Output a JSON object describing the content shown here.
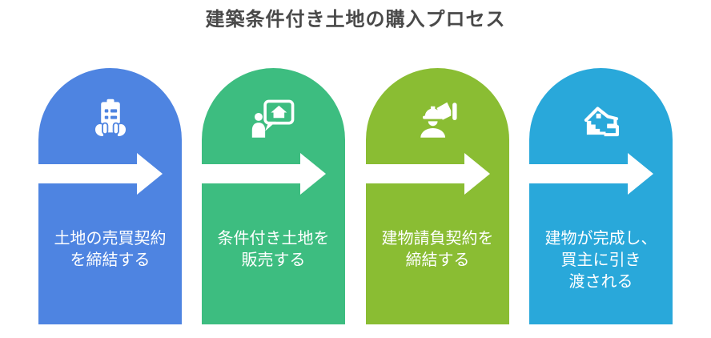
{
  "title": "建築条件付き土地の購入プロセス",
  "colors": {
    "background": "#ffffff",
    "title_text": "#494949",
    "step_label_text": "#ffffff",
    "arrow_fill": "#ffffff",
    "step1_blue": "#4e84e1",
    "step2_green": "#3dbd80",
    "step3_yellow_green": "#8abd33",
    "step4_cyan": "#29a8da"
  },
  "steps": [
    {
      "icon": "contract-in-hands-icon",
      "color": "#4e84e1",
      "label": "土地の売買契約\nを締結する"
    },
    {
      "icon": "agent-house-speech-bubble-icon",
      "color": "#3dbd80",
      "label": "条件付き土地を\n販売する"
    },
    {
      "icon": "construction-worker-blueprint-icon",
      "color": "#8abd33",
      "label": "建物請負契約を\n締結する"
    },
    {
      "icon": "completed-house-handover-icon",
      "color": "#29a8da",
      "label": "建物が完成し、\n買主に引き\n渡される"
    }
  ]
}
